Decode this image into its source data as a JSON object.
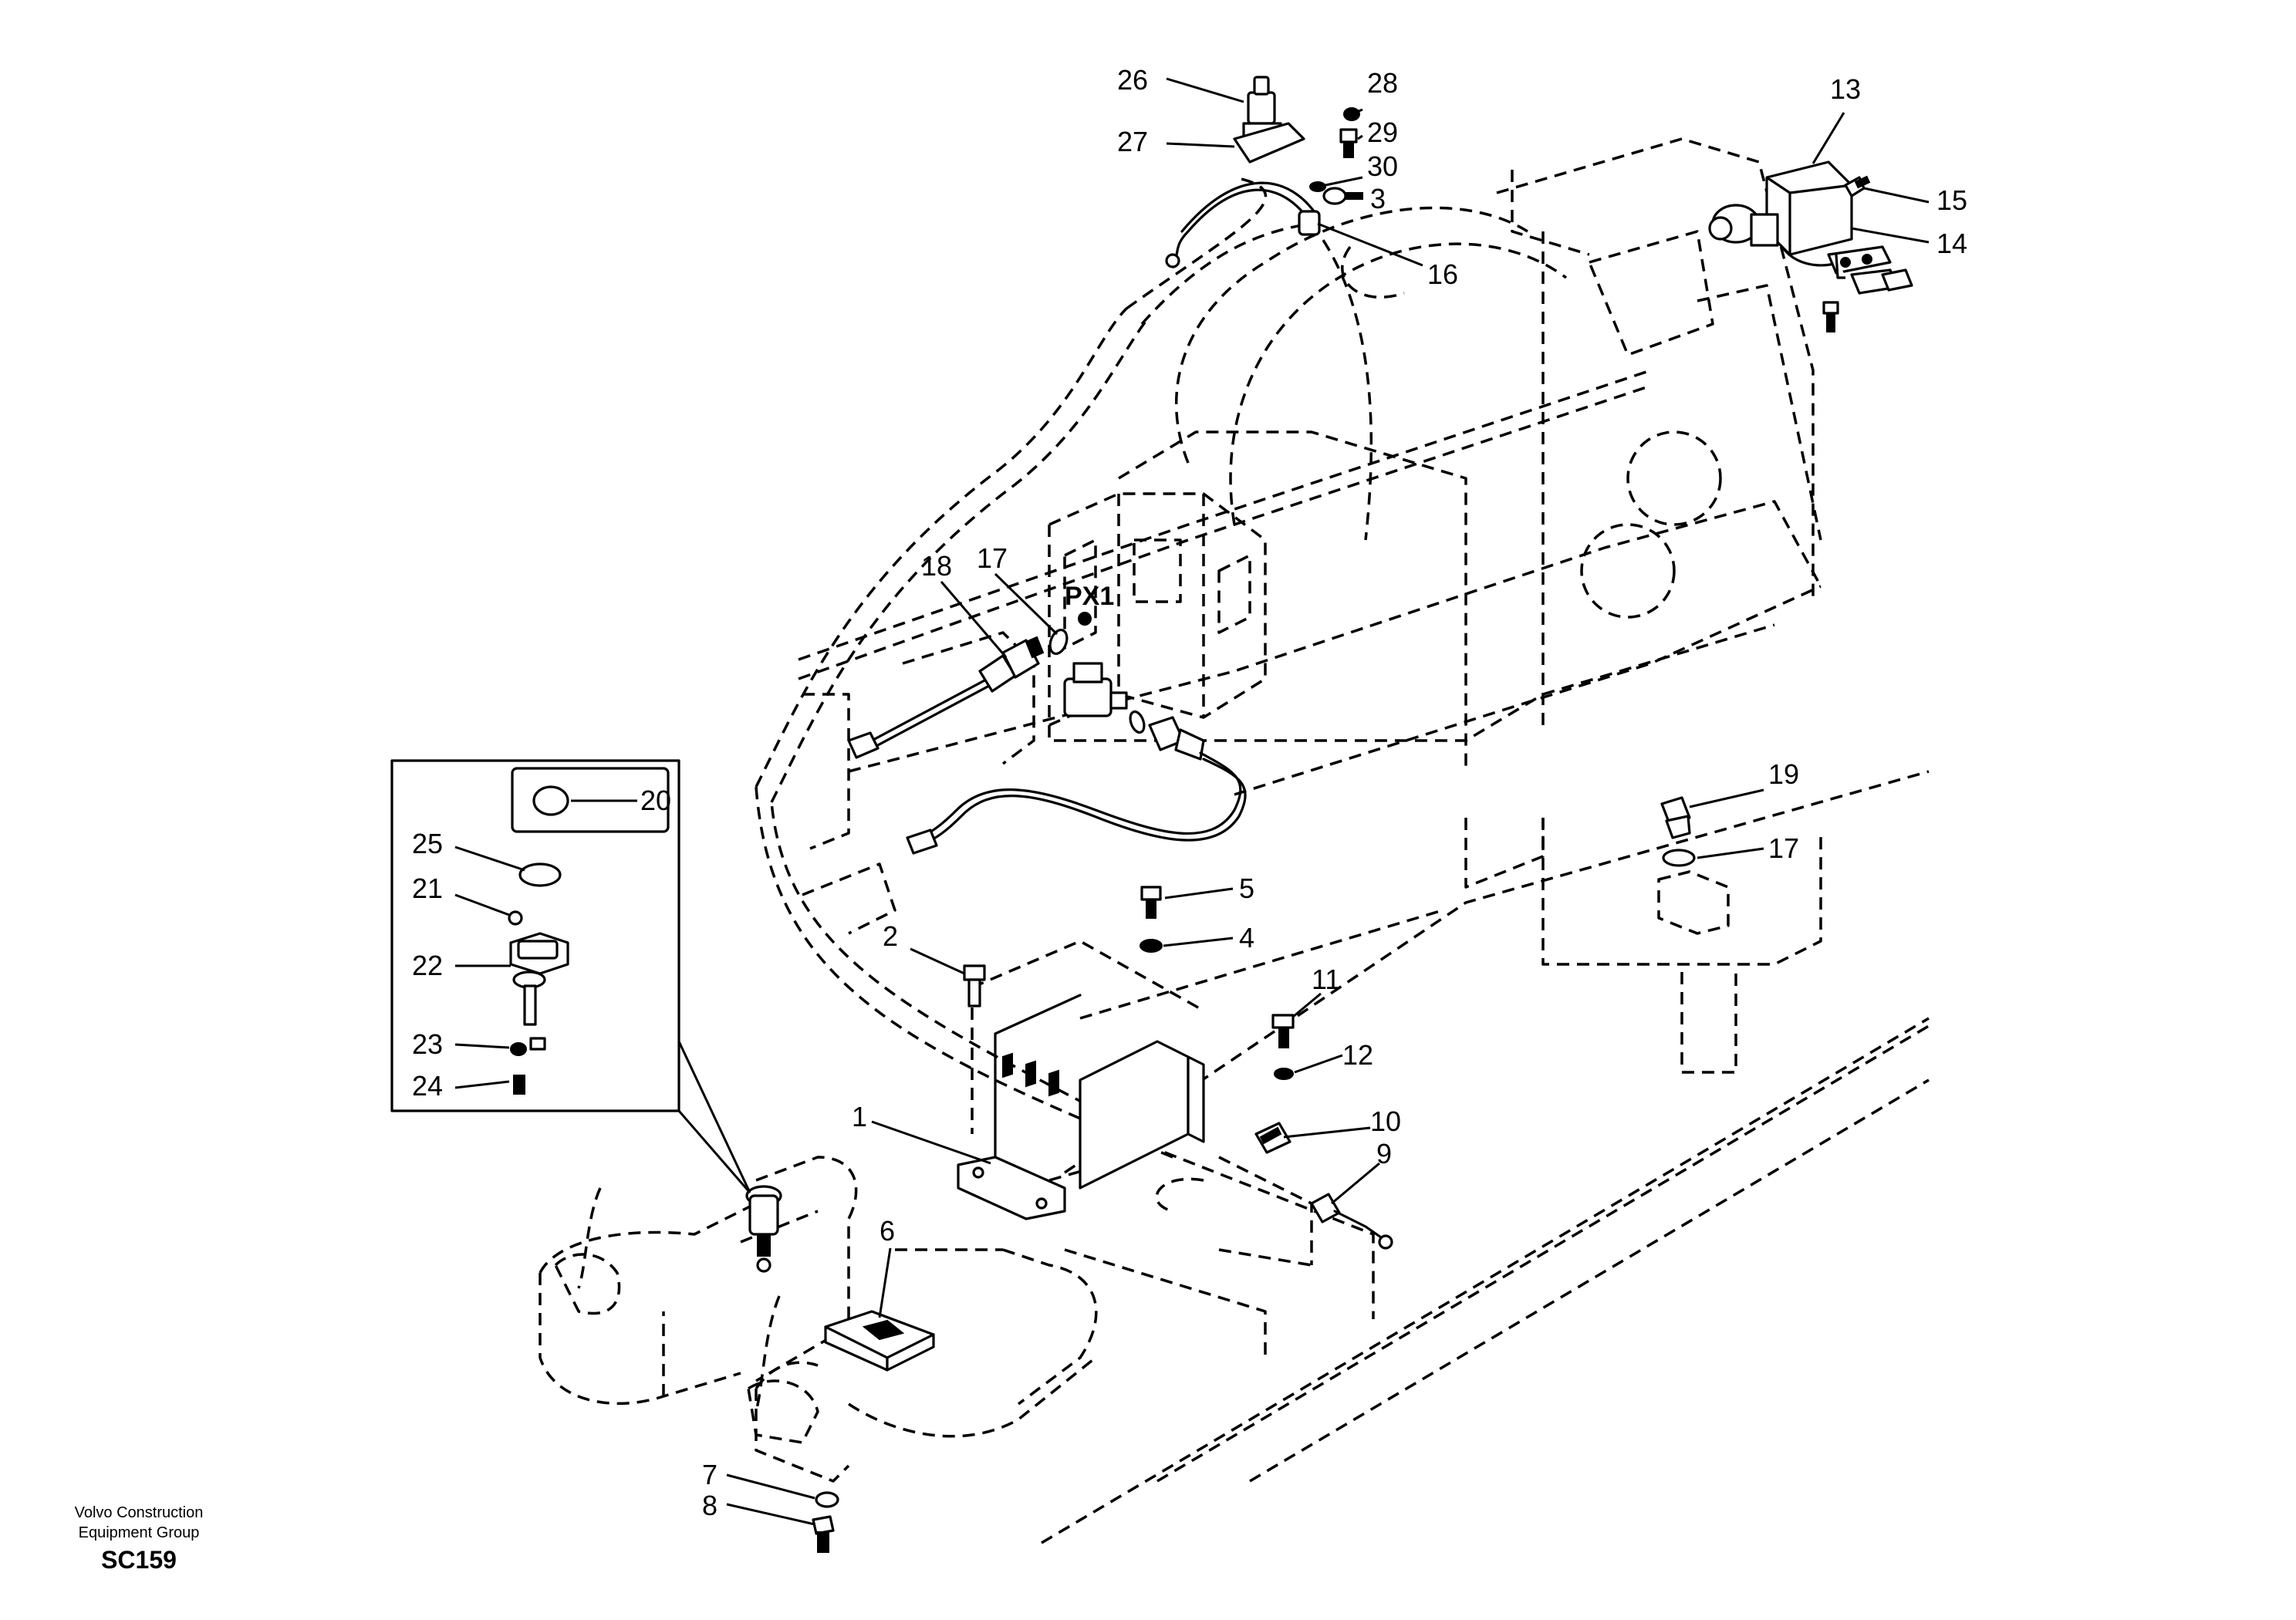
{
  "diagram": {
    "connector_label": "PX1",
    "callouts": {
      "c1": "1",
      "c2": "2",
      "c3": "3",
      "c4": "4",
      "c5": "5",
      "c6": "6",
      "c7": "7",
      "c8": "8",
      "c9": "9",
      "c10": "10",
      "c11": "11",
      "c12": "12",
      "c13": "13",
      "c14": "14",
      "c15": "15",
      "c16": "16",
      "c17a": "17",
      "c17b": "17",
      "c18": "18",
      "c19": "19",
      "c20": "20",
      "c21": "21",
      "c22": "22",
      "c23": "23",
      "c24": "24",
      "c25": "25",
      "c26": "26",
      "c27": "27",
      "c28": "28",
      "c29": "29",
      "c30": "30"
    }
  },
  "footer": {
    "credit_line1": "Volvo Construction",
    "credit_line2": "Equipment Group",
    "sheet_code": "SC159"
  },
  "colors": {
    "ink": "#000000",
    "paper": "#ffffff"
  }
}
